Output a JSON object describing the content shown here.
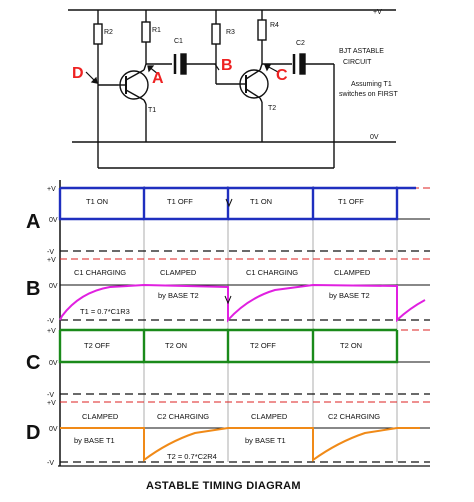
{
  "circuit": {
    "supply_label": "+V",
    "ground_label": "0V",
    "components": {
      "r2": "R2",
      "r1": "R1",
      "c1": "C1",
      "r3": "R3",
      "r4": "R4",
      "c2": "C2",
      "t1": "T1",
      "t2": "T2"
    },
    "nodes": {
      "a": "A",
      "b": "B",
      "c": "C",
      "d": "D"
    },
    "note": {
      "line1": "BJT ASTABLE",
      "line2": "CIRCUIT",
      "line3": "Assuming T1",
      "line4": "switches on FIRST"
    }
  },
  "timing": {
    "title": "ASTABLE TIMING DIAGRAM",
    "rows": [
      {
        "id": "A",
        "color": "#1f2fbf",
        "levels": {
          "top": "+V",
          "mid": "0V",
          "bottom": "-V"
        },
        "labels": [
          "T1 ON",
          "T1  OFF",
          "T1  ON",
          "T1 OFF"
        ]
      },
      {
        "id": "B",
        "color": "#e020e0",
        "levels": {
          "top": "+V",
          "mid": "0V",
          "bottom": "-V"
        },
        "labels": [
          "C1 CHARGING",
          "CLAMPED",
          "C1 CHARGING",
          "CLAMPED"
        ],
        "sublabels": [
          "by BASE T2",
          "by BASE T2"
        ],
        "formula": "T1 = 0.7*C1R3"
      },
      {
        "id": "C",
        "color": "#1a8a1a",
        "levels": {
          "top": "+V",
          "mid": "0V",
          "bottom": "-V"
        },
        "labels": [
          "T2  OFF",
          "T2  ON",
          "T2  OFF",
          "T2  ON"
        ]
      },
      {
        "id": "D",
        "color": "#f08a18",
        "levels": {
          "top": "+V",
          "mid": "0V",
          "bottom": "-V"
        },
        "labels": [
          "CLAMPED",
          "C2  CHARGING",
          "CLAMPED",
          "C2  CHARGING"
        ],
        "sublabels": [
          "by BASE T1",
          "by BASE T1"
        ],
        "formula": "T2 = 0.7*C2R4"
      }
    ]
  }
}
